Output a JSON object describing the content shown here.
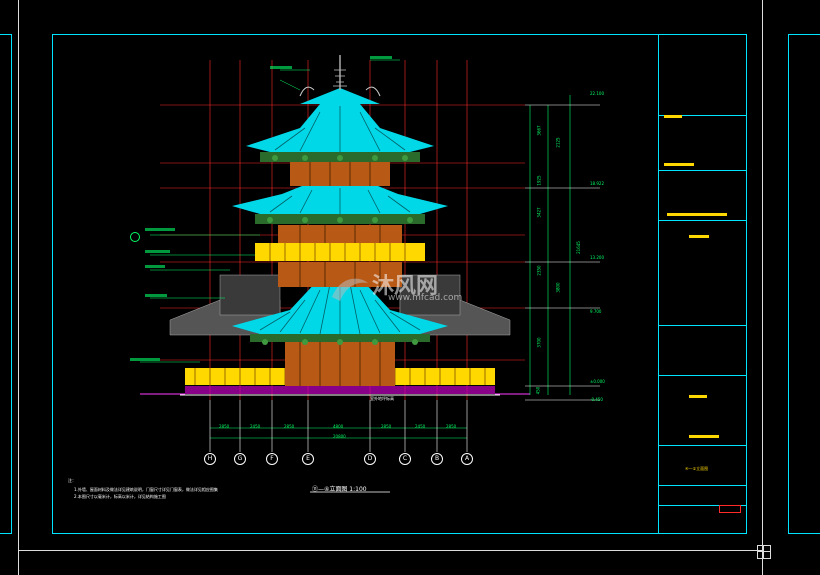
{
  "drawing": {
    "title_caption": "⑪—④立面图 1:100",
    "total_width_dim": "20800",
    "left_dims": [
      "2850",
      "2450",
      "2850",
      "4800",
      "2850",
      "2450",
      "2850"
    ],
    "grid_labels": [
      "H",
      "G",
      "F",
      "E",
      "D",
      "C",
      "B",
      "A"
    ],
    "right_elevations": [
      "22.100",
      "18.922",
      "13.200",
      "9.700",
      "±0.000",
      "-0.450"
    ],
    "right_dims": [
      "3667",
      "2125",
      "1925",
      "3427",
      "2350",
      "3800",
      "3700",
      "450",
      "21645"
    ],
    "notes_heading": "注：",
    "notes": [
      "1.外墙、屋面材料及做法详见建筑说明，门窗尺寸详见门窗表，做法详见相应图集",
      "2.本图尺寸以毫米计，标高以米计，详见结构施工图"
    ],
    "ground_label": "室外地坪标高"
  },
  "title_block": {
    "drawing_name": "④—①立面图",
    "colors": {
      "frame": "#00e5ff",
      "yellow": "#ffd800",
      "red": "#ff2a2a"
    }
  },
  "watermark": {
    "brand": "沐风网",
    "url": "www.mfcad.com"
  }
}
